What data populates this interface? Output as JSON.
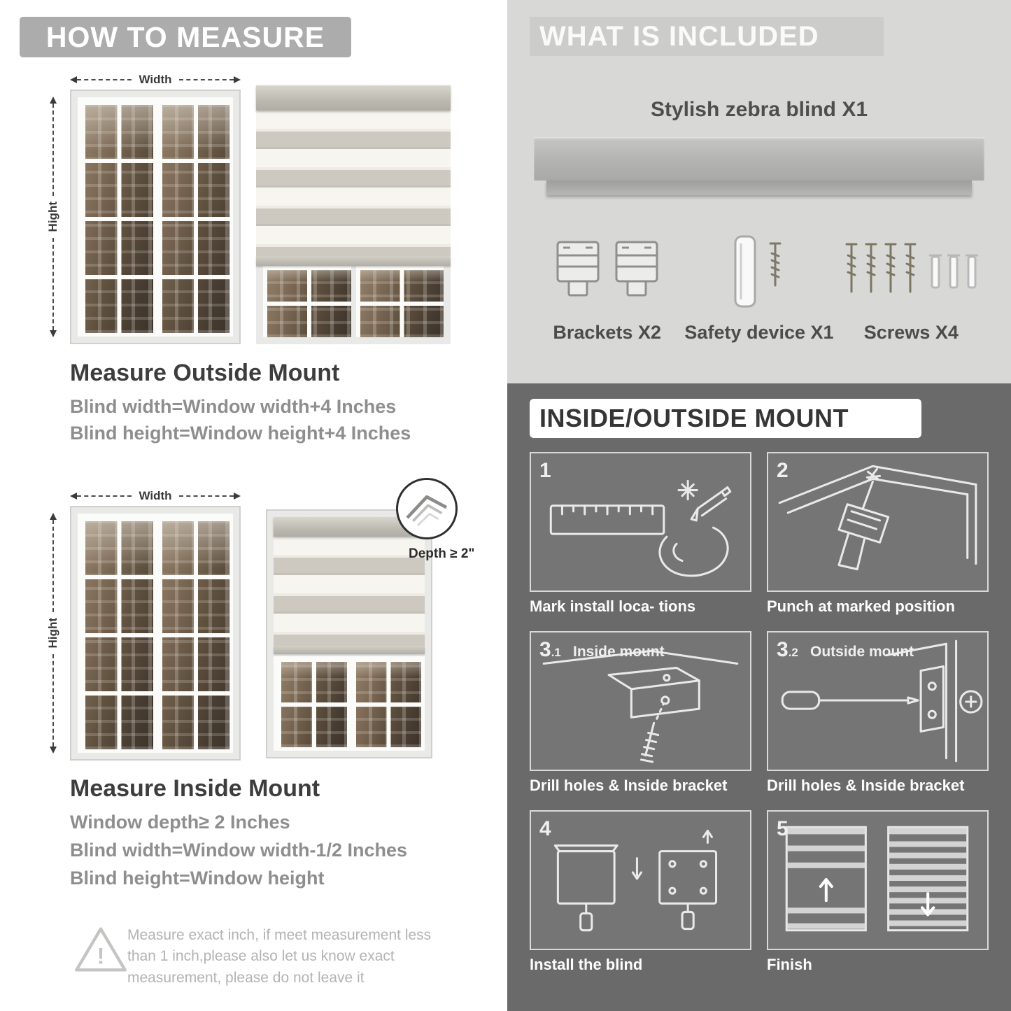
{
  "colors": {
    "header_gray": "#acacac",
    "light_section": "#d8d8d7",
    "dark_section": "#6a6a6a",
    "text_dark": "#3d3d3d",
    "text_gray": "#8e8e8e"
  },
  "left": {
    "header": "HOW TO MEASURE",
    "width_label": "Width",
    "height_label": "Hight",
    "outside": {
      "title": "Measure Outside Mount",
      "lines": [
        "Blind width=Window width+4 Inches",
        "Blind height=Window height+4 Inches"
      ]
    },
    "inside": {
      "title": "Measure Inside Mount",
      "depth_callout": "Depth ≥ 2\"",
      "lines": [
        "Window depth≥ 2 Inches",
        "Blind width=Window width-1/2 Inches",
        "Blind height=Window height"
      ]
    },
    "warning": "Measure exact inch, if meet measurement less than 1 inch,please also let us know exact measurement, please do not leave it"
  },
  "included": {
    "header": "WHAT IS INCLUDED",
    "blind_label": "Stylish zebra blind X1",
    "items": [
      {
        "label": "Brackets X2"
      },
      {
        "label": "Safety device X1"
      },
      {
        "label": "Screws X4"
      }
    ]
  },
  "mount": {
    "header": "INSIDE/OUTSIDE MOUNT",
    "steps": [
      {
        "num": "1",
        "caption": "Mark install loca- tions"
      },
      {
        "num": "2",
        "caption": "Punch at  marked position"
      },
      {
        "num": "3",
        "sub": ".1",
        "title": "Inside mount",
        "caption": "Drill holes &  Inside bracket"
      },
      {
        "num": "3",
        "sub": ".2",
        "title": "Outside mount",
        "caption": "Drill holes &  Inside bracket"
      },
      {
        "num": "4",
        "caption": "Install the blind"
      },
      {
        "num": "5",
        "caption": "Finish"
      }
    ]
  }
}
